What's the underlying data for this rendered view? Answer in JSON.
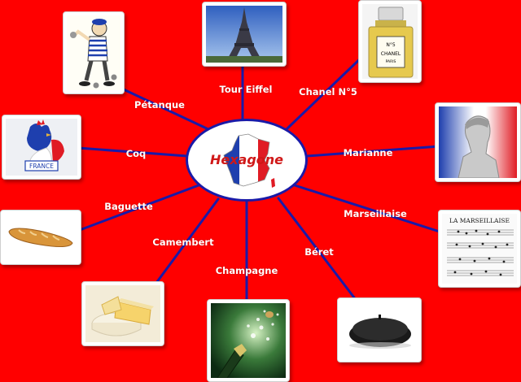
{
  "center": {
    "title": "Hexagone"
  },
  "nodes": [
    {
      "id": "petanque",
      "label": "Pétanque",
      "icon": "petanque-player-icon"
    },
    {
      "id": "tour-eiffel",
      "label": "Tour Eiffel",
      "icon": "eiffel-tower-photo"
    },
    {
      "id": "chanel",
      "label": "Chanel N°5",
      "icon": "perfume-bottle-photo"
    },
    {
      "id": "coq",
      "label": "Coq",
      "icon": "rooster-icon"
    },
    {
      "id": "marianne",
      "label": "Marianne",
      "icon": "marianne-bust-photo"
    },
    {
      "id": "baguette",
      "label": "Baguette",
      "icon": "baguette-icon"
    },
    {
      "id": "marseillaise",
      "label": "Marseillaise",
      "icon": "sheet-music-icon"
    },
    {
      "id": "camembert",
      "label": "Camembert",
      "icon": "cheese-photo"
    },
    {
      "id": "beret",
      "label": "Béret",
      "icon": "beret-photo"
    },
    {
      "id": "champagne",
      "label": "Champagne",
      "icon": "champagne-photo"
    }
  ],
  "images": {
    "coq_badge_text": "FRANCE",
    "marseillaise_title": "LA MARSEILLAISE",
    "chanel_bottle_text": "N°5 CHANEL PARIS"
  },
  "colors": {
    "background": "#ff0000",
    "connector": "#1a1aa8",
    "label_text": "#ffffff",
    "center_text": "#d01818"
  }
}
